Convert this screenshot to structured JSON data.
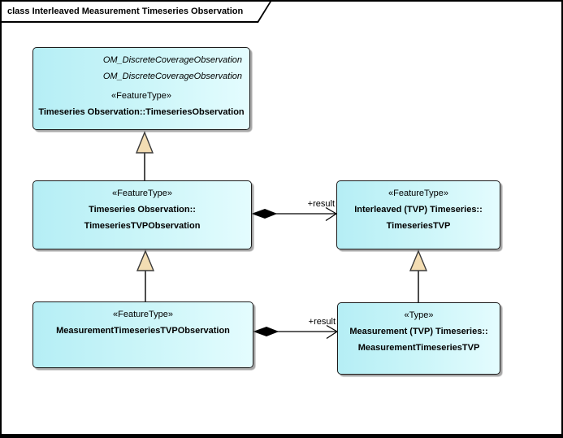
{
  "frame": {
    "title": "class Interleaved Measurement Timeseries Observation"
  },
  "classes": [
    {
      "id": "TimeseriesObservation",
      "stereotype": "«FeatureType»",
      "parents": [
        "OM_DiscreteCoverageObservation",
        "OM_DiscreteCoverageObservation"
      ],
      "name_lines": [
        "Timeseries Observation::TimeseriesObservation"
      ]
    },
    {
      "id": "TimeseriesTVPObservation",
      "stereotype": "«FeatureType»",
      "name_lines": [
        "Timeseries Observation::",
        "TimeseriesTVPObservation"
      ]
    },
    {
      "id": "TimeseriesTVP",
      "stereotype": "«FeatureType»",
      "name_lines": [
        "Interleaved (TVP) Timeseries::",
        "TimeseriesTVP"
      ]
    },
    {
      "id": "MeasurementTimeseriesTVPObservation",
      "stereotype": "«FeatureType»",
      "name_lines": [
        "MeasurementTimeseriesTVPObservation"
      ]
    },
    {
      "id": "MeasurementTimeseriesTVP",
      "stereotype": "«Type»",
      "name_lines": [
        "Measurement (TVP) Timeseries::",
        "MeasurementTimeseriesTVP"
      ]
    }
  ],
  "connectors": [
    {
      "type": "composition",
      "label": "+result",
      "from": "TimeseriesTVPObservation",
      "to": "TimeseriesTVP"
    },
    {
      "type": "composition",
      "label": "+result",
      "from": "MeasurementTimeseriesTVPObservation",
      "to": "MeasurementTimeseriesTVP"
    },
    {
      "type": "generalization",
      "from": "TimeseriesTVPObservation",
      "to": "TimeseriesObservation"
    },
    {
      "type": "generalization",
      "from": "MeasurementTimeseriesTVPObservation",
      "to": "TimeseriesTVPObservation"
    },
    {
      "type": "generalization",
      "from": "MeasurementTimeseriesTVP",
      "to": "TimeseriesTVP"
    }
  ],
  "colors": {
    "box_fill_start": "#b5eef5",
    "box_fill_end": "#e4fcfe",
    "box_border": "#1b1b1b",
    "generalization_arrow_fill": "#f3ddb3",
    "line": "#000000",
    "background": "#ffffff"
  }
}
